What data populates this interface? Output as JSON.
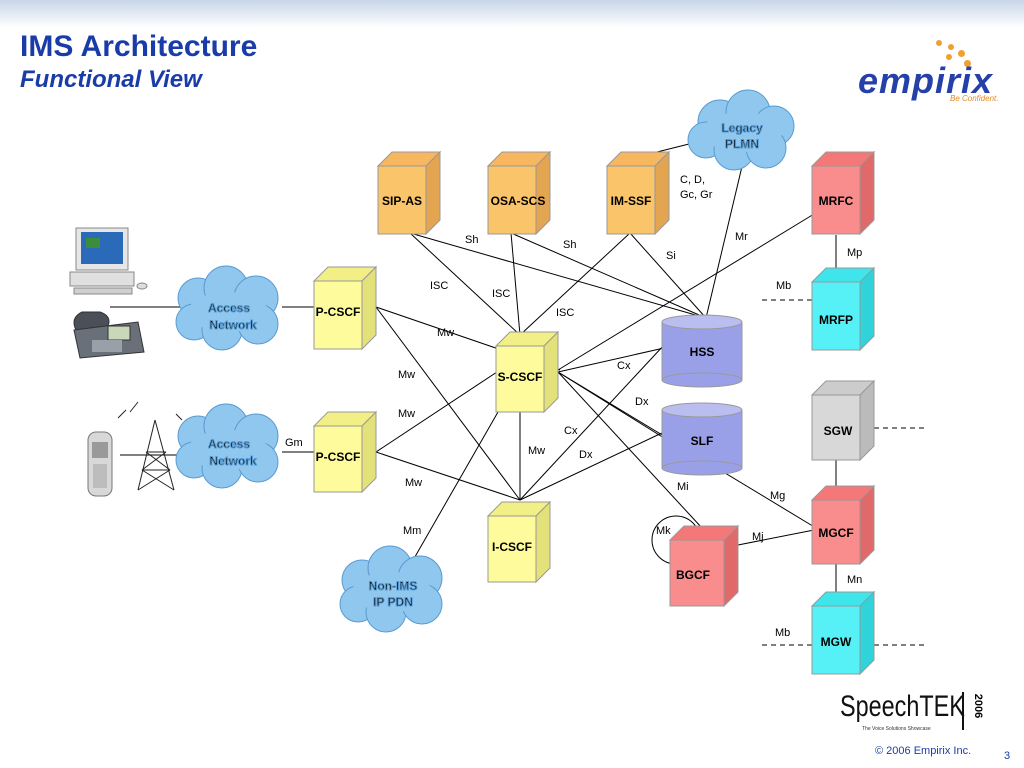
{
  "slide": {
    "title": "IMS Architecture",
    "subtitle": "Functional View",
    "footer": "© 2006 Empirix Inc.",
    "page_number": "3"
  },
  "logo": {
    "name": "empirix",
    "tagline": "Be Confident."
  },
  "event_logo": {
    "name": "SpeechTEK",
    "year": "2006",
    "tagline": "The Voice Solutions Showcase"
  },
  "colors": {
    "title": "#1a3ca8",
    "yellow_box": "#fdfb9c",
    "orange_box": "#f9c46a",
    "red_box": "#f98c8c",
    "cyan_box": "#55f1f7",
    "gray_box": "#d8d8d8",
    "db": "#9aa0e8",
    "cloud": "#8fc7ef"
  },
  "nodes": {
    "sip_as": "SIP-AS",
    "osa_scs": "OSA-SCS",
    "im_ssf": "IM-SSF",
    "mrfc": "MRFC",
    "mrfp": "MRFP",
    "sgw": "SGW",
    "mgcf": "MGCF",
    "mgw": "MGW",
    "bgcf": "BGCF",
    "i_cscf": "I-CSCF",
    "s_cscf": "S-CSCF",
    "p_cscf_top": "P-CSCF",
    "p_cscf_bottom": "P-CSCF",
    "hss": "HSS",
    "slf": "SLF"
  },
  "clouds": {
    "legacy": [
      "Legacy",
      "PLMN"
    ],
    "access_top": [
      "Access",
      "Network"
    ],
    "access_bottom": [
      "Access",
      "Network"
    ],
    "non_ims": [
      "Non-IMS",
      "IP PDN"
    ]
  },
  "interfaces": {
    "c_d_gc_gr": [
      "C, D,",
      "Gc, Gr"
    ],
    "sh1": "Sh",
    "sh2": "Sh",
    "si": "Si",
    "mr": "Mr",
    "mp": "Mp",
    "mb_top": "Mb",
    "isc1": "ISC",
    "isc2": "ISC",
    "isc3": "ISC",
    "mw1": "Mw",
    "mw2": "Mw",
    "mw3": "Mw",
    "mw4": "Mw",
    "mw5": "Mw",
    "cx1": "Cx",
    "cx2": "Cx",
    "dx1": "Dx",
    "dx2": "Dx",
    "gm": "Gm",
    "mi": "Mi",
    "mg": "Mg",
    "mk": "Mk",
    "mj": "Mj",
    "mn": "Mn",
    "mm": "Mm",
    "mb_bottom": "Mb"
  },
  "devices": [
    "computer-icon",
    "desk-phone-icon",
    "mobile-phone-icon",
    "cell-tower-icon"
  ]
}
